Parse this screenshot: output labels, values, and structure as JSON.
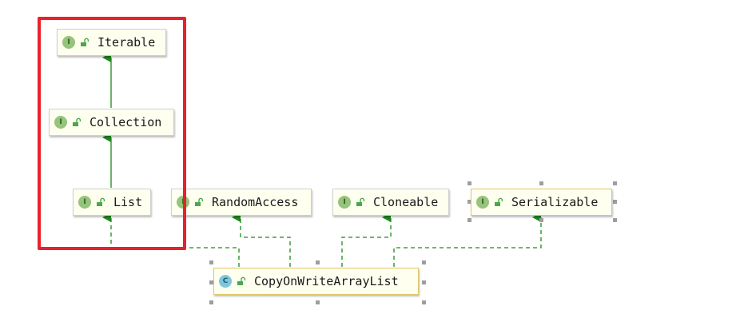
{
  "nodes": {
    "iterable": {
      "badge": "I",
      "label": "Iterable",
      "kind": "interface"
    },
    "collection": {
      "badge": "I",
      "label": "Collection",
      "kind": "interface"
    },
    "list": {
      "badge": "I",
      "label": "List",
      "kind": "interface"
    },
    "random_access": {
      "badge": "I",
      "label": "RandomAccess",
      "kind": "interface"
    },
    "cloneable": {
      "badge": "I",
      "label": "Cloneable",
      "kind": "interface"
    },
    "serializable": {
      "badge": "I",
      "label": "Serializable",
      "kind": "interface"
    },
    "cow_list": {
      "badge": "C",
      "label": "CopyOnWriteArrayList",
      "kind": "class"
    }
  },
  "edges": [
    {
      "from": "collection",
      "to": "iterable",
      "style": "extends"
    },
    {
      "from": "list",
      "to": "collection",
      "style": "extends"
    },
    {
      "from": "cow_list",
      "to": "list",
      "style": "implements"
    },
    {
      "from": "cow_list",
      "to": "random_access",
      "style": "implements"
    },
    {
      "from": "cow_list",
      "to": "cloneable",
      "style": "implements"
    },
    {
      "from": "cow_list",
      "to": "serializable",
      "style": "implements"
    }
  ],
  "colors": {
    "arrow": "#1b8a1b",
    "highlight": "#e8212b",
    "node_fill": "#fffff0",
    "interface_badge": "#96c47c",
    "class_badge": "#7fc6dd"
  }
}
